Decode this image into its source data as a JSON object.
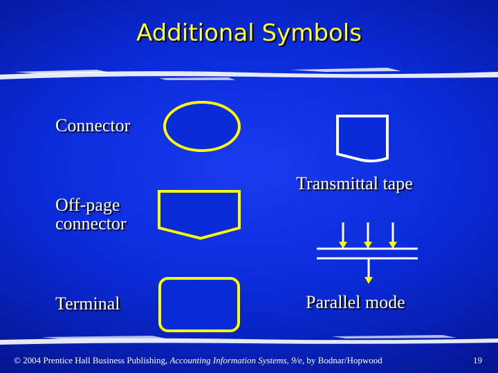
{
  "slide": {
    "title": "Additional Symbols",
    "labels": {
      "connector": "Connector",
      "off_page_connector": "Off-page\nconnector",
      "terminal": "Terminal",
      "transmittal_tape": "Transmittal tape",
      "parallel_mode": "Parallel mode"
    },
    "footer": {
      "copyright": "© 2004 Prentice Hall Business Publishing, ",
      "book_title": "Accounting Information Systems, 9/e",
      "author": ", by Bodnar/Hopwood",
      "page_number": "19"
    },
    "colors": {
      "background": "#0a2bd8",
      "title": "#ffff33",
      "symbol_fill": "#0a2bd8",
      "symbol_outline_yellow": "#ffff00",
      "symbol_outline_white": "#ffffff"
    }
  }
}
